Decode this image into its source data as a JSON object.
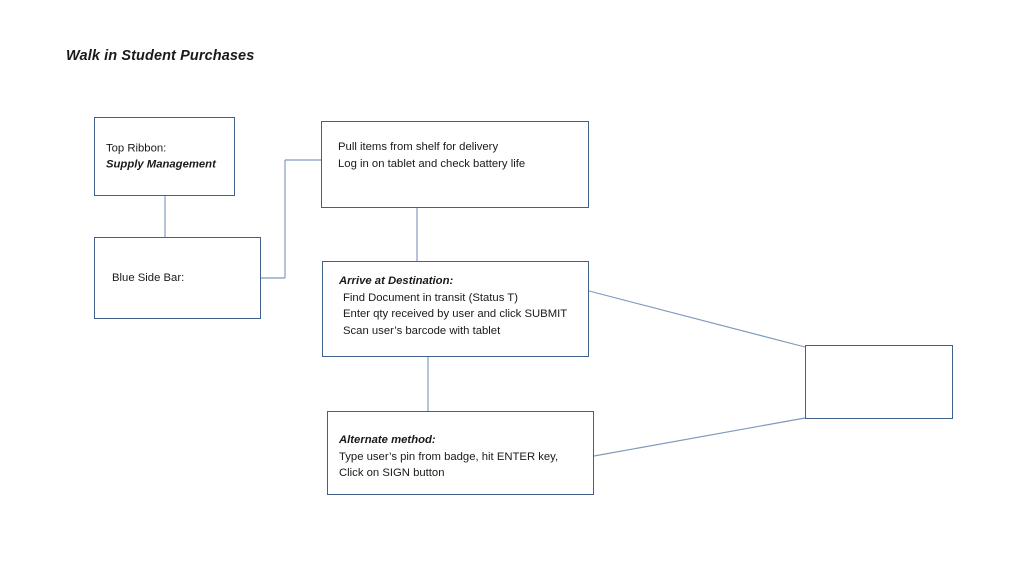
{
  "page": {
    "title": "Walk in Student Purchases",
    "accent_border": "#41618d",
    "connector_color": "#7e99bd",
    "background": "#ffffff"
  },
  "nodes": {
    "top_ribbon": {
      "line1": "Top Ribbon:",
      "line2": "Supply Management"
    },
    "blue_side_bar": {
      "line1": "Blue Side Bar:"
    },
    "pull_items": {
      "line1": "Pull items from shelf for delivery",
      "line2": "Log in on tablet and check battery life"
    },
    "arrive_destination": {
      "heading": "Arrive at Destination:",
      "line1": "Find Document in transit (Status T)",
      "line2": "Enter qty received by user and click SUBMIT",
      "line3": "Scan user’s barcode with tablet"
    },
    "alternate_method": {
      "heading": "Alternate method:",
      "line1": "Type user’s pin from badge, hit ENTER key,",
      "line2": "Click on SIGN button"
    },
    "empty_box": {
      "text": ""
    }
  }
}
